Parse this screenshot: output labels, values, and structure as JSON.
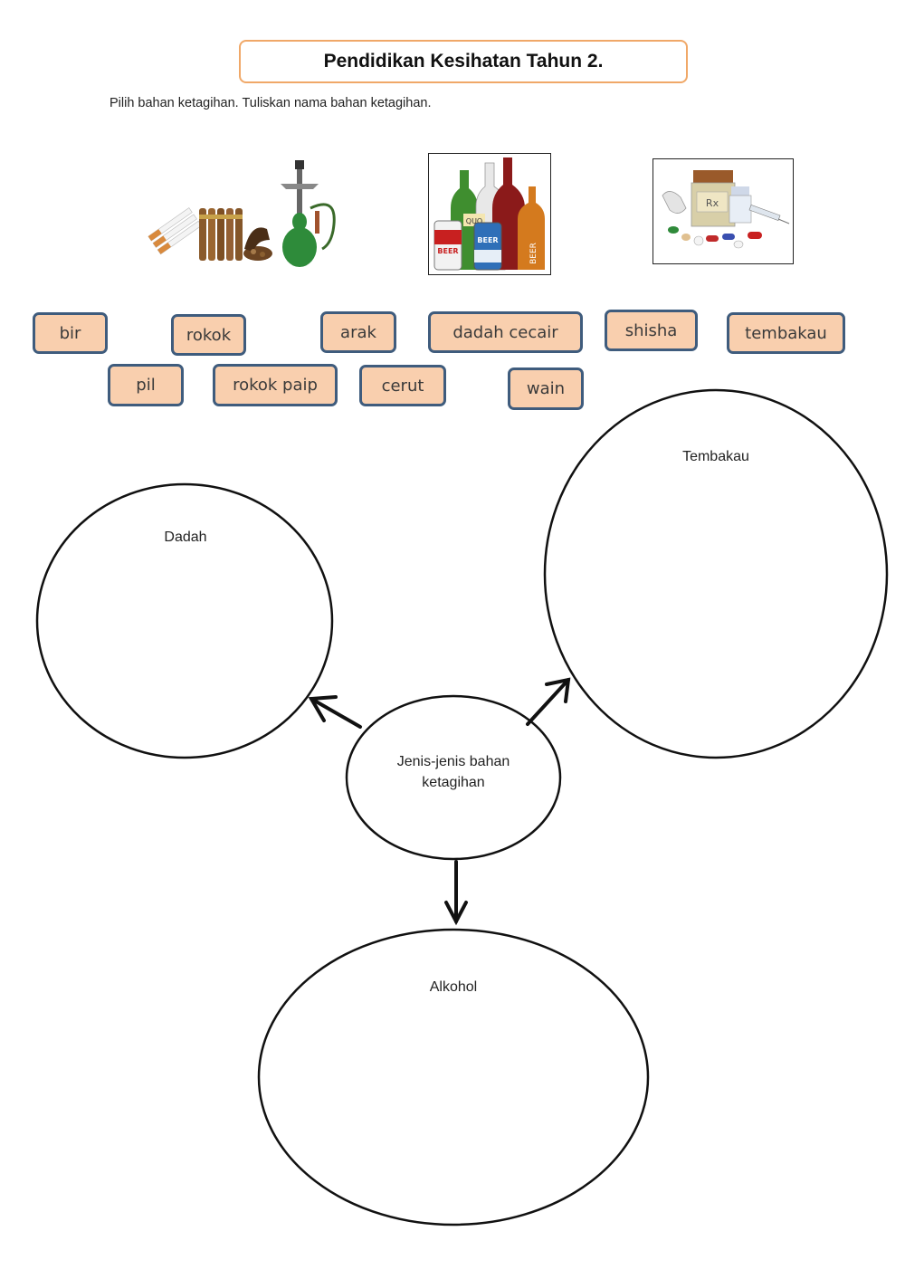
{
  "title": "Pendidikan Kesihatan Tahun 2.",
  "instruction": "Pilih bahan ketagihan. Tuliskan nama bahan ketagihan.",
  "images": [
    {
      "icon": "tobacco-products-illustration"
    },
    {
      "icon": "alcohol-bottles-illustration",
      "labels": [
        "QUO",
        "BEER",
        "BEER",
        "BEER"
      ]
    },
    {
      "icon": "medicine-pills-illustration",
      "labels": [
        "Rx"
      ]
    }
  ],
  "word_chips": [
    "bir",
    "rokok",
    "arak",
    "dadah cecair",
    "shisha",
    "tembakau",
    "pil",
    "rokok paip",
    "cerut",
    "wain"
  ],
  "diagram": {
    "center": "Jenis-jenis bahan ketagihan",
    "categories": {
      "dadah": "Dadah",
      "tembakau": "Tembakau",
      "alkohol": "Alkohol"
    }
  }
}
